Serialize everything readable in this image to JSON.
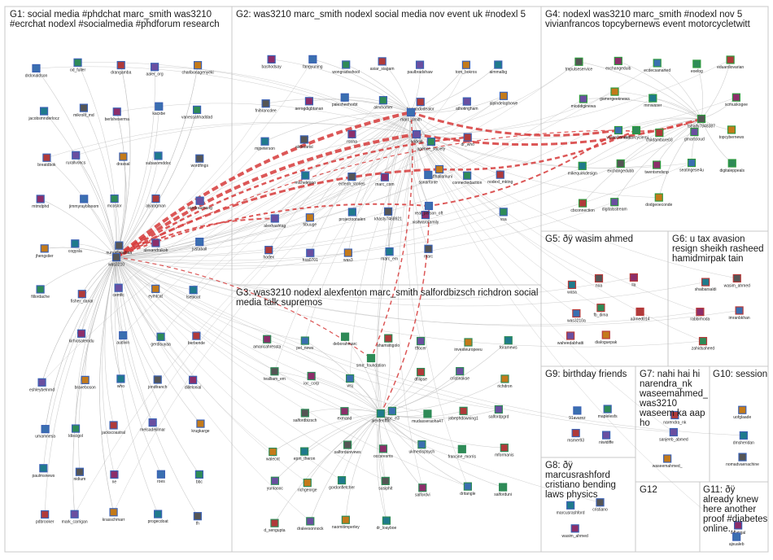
{
  "groups": [
    {
      "id": "G1",
      "title": "G1: social media #phdchat marc_smith was3210 #ecrchat nodexl #socialmedia #phdforum research"
    },
    {
      "id": "G2",
      "title": "G2: was3210 marc_smith nodexl social media nov event uk #nodexl 5"
    },
    {
      "id": "G3",
      "title": "G3: was3210 nodexl alexfenton marc_smith salfordbizsch richdron social media talk supremos"
    },
    {
      "id": "G4",
      "title": "G4: nodexl was3210 marc_smith #nodexl nov 5 vivianfrancos topcybernews event motorcycletwitt"
    },
    {
      "id": "G5",
      "title": "G5: ðÿ wasim ahmed"
    },
    {
      "id": "G6",
      "title": "G6: u tax avasion resign sheikh rasheed hamidmirpak tain"
    },
    {
      "id": "G7",
      "title": "G7: nahi hai hi narendra_nk waseemahmed_ was3210 waseem ka aap ho"
    },
    {
      "id": "G8",
      "title": "G8: ðÿ marcusrashford cristiano bending laws physics"
    },
    {
      "id": "G9",
      "title": "G9: birthday friends"
    },
    {
      "id": "G10",
      "title": "G10: session"
    },
    {
      "id": "G11",
      "title": "G11: ðÿ already knew here another proof #diabetes online..."
    },
    {
      "id": "G12",
      "title": "G12"
    }
  ],
  "nodes": {
    "G1": [
      "drdonaldson",
      "od_fuller",
      "drangamba",
      "aaler_org",
      "charlbonagenyeki",
      "jacobsmnderlocz",
      "mikrollt_md",
      "berlsheserma",
      "kacxbe",
      "vanessahhaddad",
      "breatdbok",
      "rurallvoncs",
      "dravsal",
      "subasomddoc",
      "wordfings",
      "mtmdphd",
      "jimmyrayblooom",
      "mcoslor",
      "alyangman",
      "sandraumang",
      "jhengstier",
      "cogysla",
      "nuraallnaahaa",
      "alexandrakob",
      "jvstaball",
      "fillordache",
      "fisher_danar",
      "cemfic",
      "eymtcat",
      "lsebloat",
      "was3210",
      "kirhiosalemdu",
      "audivin",
      "gerdisuyaa",
      "berbende",
      "eshleybelnrnd",
      "braveboson",
      "who",
      "jondtranch",
      "dillelonial",
      "umamnesa",
      "ldiscigol",
      "jackscoastral",
      "melsadelilmar",
      "krugkarge",
      "paulmsnews",
      "nidium",
      "ne",
      "roes",
      "bbc",
      "pdbrooker",
      "mark_carrigan",
      "krasschmarr",
      "progecdoat",
      "th"
    ],
    "G2": [
      "bashodsay",
      "fangyuning",
      "wongradsshool",
      "asiar_siagam",
      "paulbradshaw",
      "tom_bokros",
      "aimmalbg",
      "fnihrancdee",
      "aerogdigbtanan",
      "palesheehorbt",
      "alexhomer",
      "fernandodealor",
      "athotingham",
      "alpindelaphowe",
      "mjpeterson",
      "alehoartsl",
      "ronha",
      "marc_smith",
      "agence_society",
      "dr_who",
      "nodexl",
      "shaffhallamuni",
      "michelegoo",
      "ecteoh_stories",
      "marc_com",
      "sonarfonte",
      "connectedaction",
      "nodexl_mktng",
      "alexhashtag",
      "hbuuge",
      "projectoonalen",
      "khasty7468921",
      "visitwarofamily",
      "real_person_oft",
      "vsa",
      "hodex",
      "hsa0701",
      "was3",
      "marc_em",
      "marc"
    ],
    "G3": [
      "amaricahressta",
      "pel_news",
      "deborahmarc",
      "shamsitigolo",
      "tffocer",
      "investeuropeeu",
      "foramews",
      "tealliam_em",
      "ioc_corp",
      "wsj",
      "smrr_foundation",
      "dfilipse",
      "cristinakse",
      "richdron",
      "alexfenton",
      "salfordbizsch",
      "exmand",
      "amc_e3",
      "mudasseraoha47",
      "jobephdowning1",
      "salfordpgrd",
      "walecnt",
      "epm_theron",
      "salfordunivews",
      "occsresms",
      "ukmedispsych",
      "francine_morris",
      "mformanis",
      "yunlaooc",
      "richgeorge",
      "gordonfletcher",
      "susiphit",
      "salfordvi",
      "dritangle",
      "salforduni",
      "d_sengupta",
      "draleesonnock",
      "naomitimperley",
      "dr_loayboe"
    ],
    "G4": [
      "tmpulseservice",
      "exchangeduib",
      "ecdecsanarted",
      "eoelog",
      "eduardiovarian",
      "mioddiginewa",
      "gamergeeknews",
      "mrnwaser",
      "tsbaity7848387",
      "xcmuskogee",
      "vivianfrancos",
      "motorcyclemi",
      "childambare03",
      "gmartcloud",
      "topcybernews",
      "mikequirkdesign",
      "exchangedubb",
      "twentsmdsnp",
      "seatingese4u",
      "digitaleppeals",
      "cbconnection",
      "digitalsstream",
      "dodgeoeconde"
    ],
    "G5": [
      "wasa",
      "noa",
      "lla",
      "was3210a",
      "fb_dima",
      "a3med014",
      "waheedabhatti",
      "dialoguepak"
    ],
    "G6": [
      "shaibarsaldi",
      "wasim_ahmed",
      "rabbirhoda",
      "imranbkhan",
      "zahidsaheed"
    ],
    "G7": [
      "narendra_nk",
      "sanjeeb_abmed",
      "waseemahmed_"
    ],
    "G8": [
      "marcusrashford",
      "cristiano",
      "wasim_ahmed"
    ],
    "G9": [
      "91avarez",
      "maplelesfs",
      "msmer93",
      "niwidiffe"
    ],
    "G10": [
      "uofglaade",
      "dmsheridan",
      "nomadvaenachine"
    ],
    "G11": [
      "selatigal",
      "ajsualeb"
    ]
  }
}
